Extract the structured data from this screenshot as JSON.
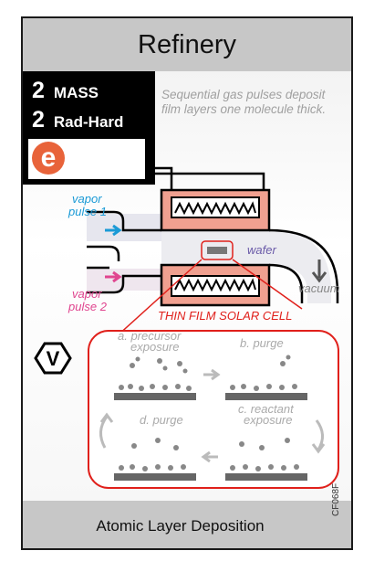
{
  "card": {
    "title": "Refinery",
    "stats": [
      {
        "value": "2",
        "label": "MASS"
      },
      {
        "value": "2",
        "label": "Rad-Hard"
      }
    ],
    "icon_letter": "e",
    "description_line1": "Sequential gas pulses deposit",
    "description_line2": "film layers one molecule thick.",
    "footer": "Atomic Layer Deposition",
    "code": "CF068F",
    "badge_letter": "V"
  },
  "diagram": {
    "vapor1_line1": "vapor",
    "vapor1_line2": "pulse 1",
    "vapor2_line1": "vapor",
    "vapor2_line2": "pulse 2",
    "wafer": "wafer",
    "vacuum": "vacuum",
    "product": "THIN FILM SOLAR CELL",
    "step_a_line1": "a. precursor",
    "step_a_line2": "exposure",
    "step_b": "b. purge",
    "step_c_line1": "c. reactant",
    "step_c_line2": "exposure",
    "step_d": "d. purge"
  },
  "colors": {
    "vapor1": "#1a9ad6",
    "vapor2": "#e0458f",
    "product": "#e0201b",
    "wafer": "#6a5aa8",
    "heater": "#f0a090",
    "icon": "#e8633a"
  }
}
